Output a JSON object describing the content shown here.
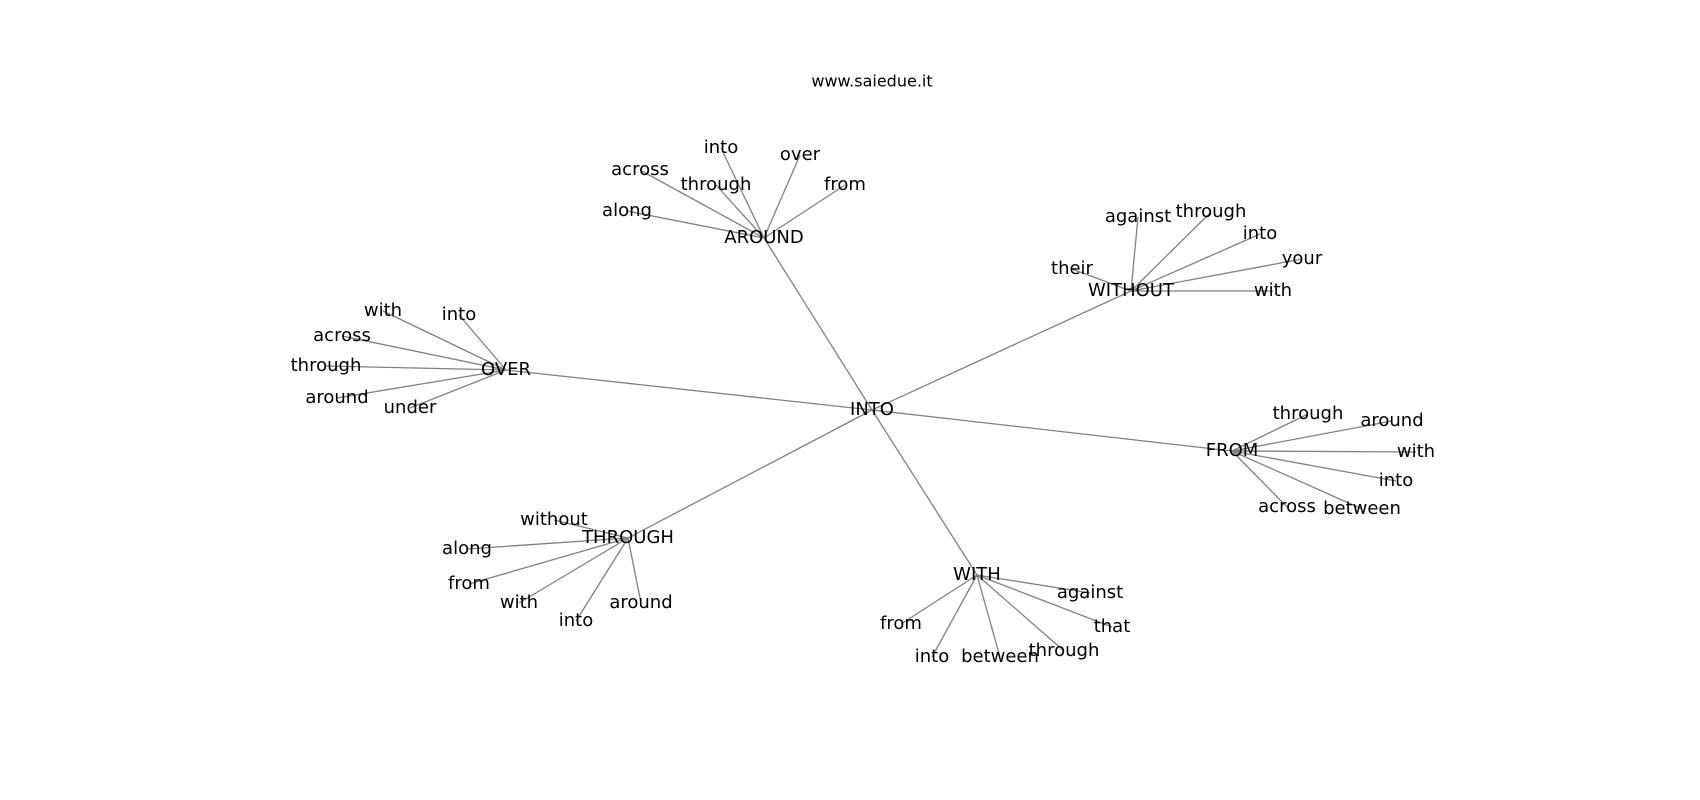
{
  "caption": "www.saiedue.it",
  "graph": {
    "root": "INTO",
    "branches": [
      {
        "hub": "AROUND",
        "leaves": [
          "into",
          "over",
          "across",
          "through",
          "from",
          "along"
        ]
      },
      {
        "hub": "WITHOUT",
        "leaves": [
          "against",
          "through",
          "into",
          "your",
          "their",
          "with"
        ]
      },
      {
        "hub": "OVER",
        "leaves": [
          "with",
          "into",
          "across",
          "through",
          "around",
          "under"
        ]
      },
      {
        "hub": "FROM",
        "leaves": [
          "through",
          "around",
          "with",
          "into",
          "across",
          "between"
        ]
      },
      {
        "hub": "THROUGH",
        "leaves": [
          "without",
          "along",
          "from",
          "with",
          "into",
          "around"
        ]
      },
      {
        "hub": "WITH",
        "leaves": [
          "against",
          "that",
          "from",
          "into",
          "between",
          "through"
        ]
      }
    ]
  }
}
